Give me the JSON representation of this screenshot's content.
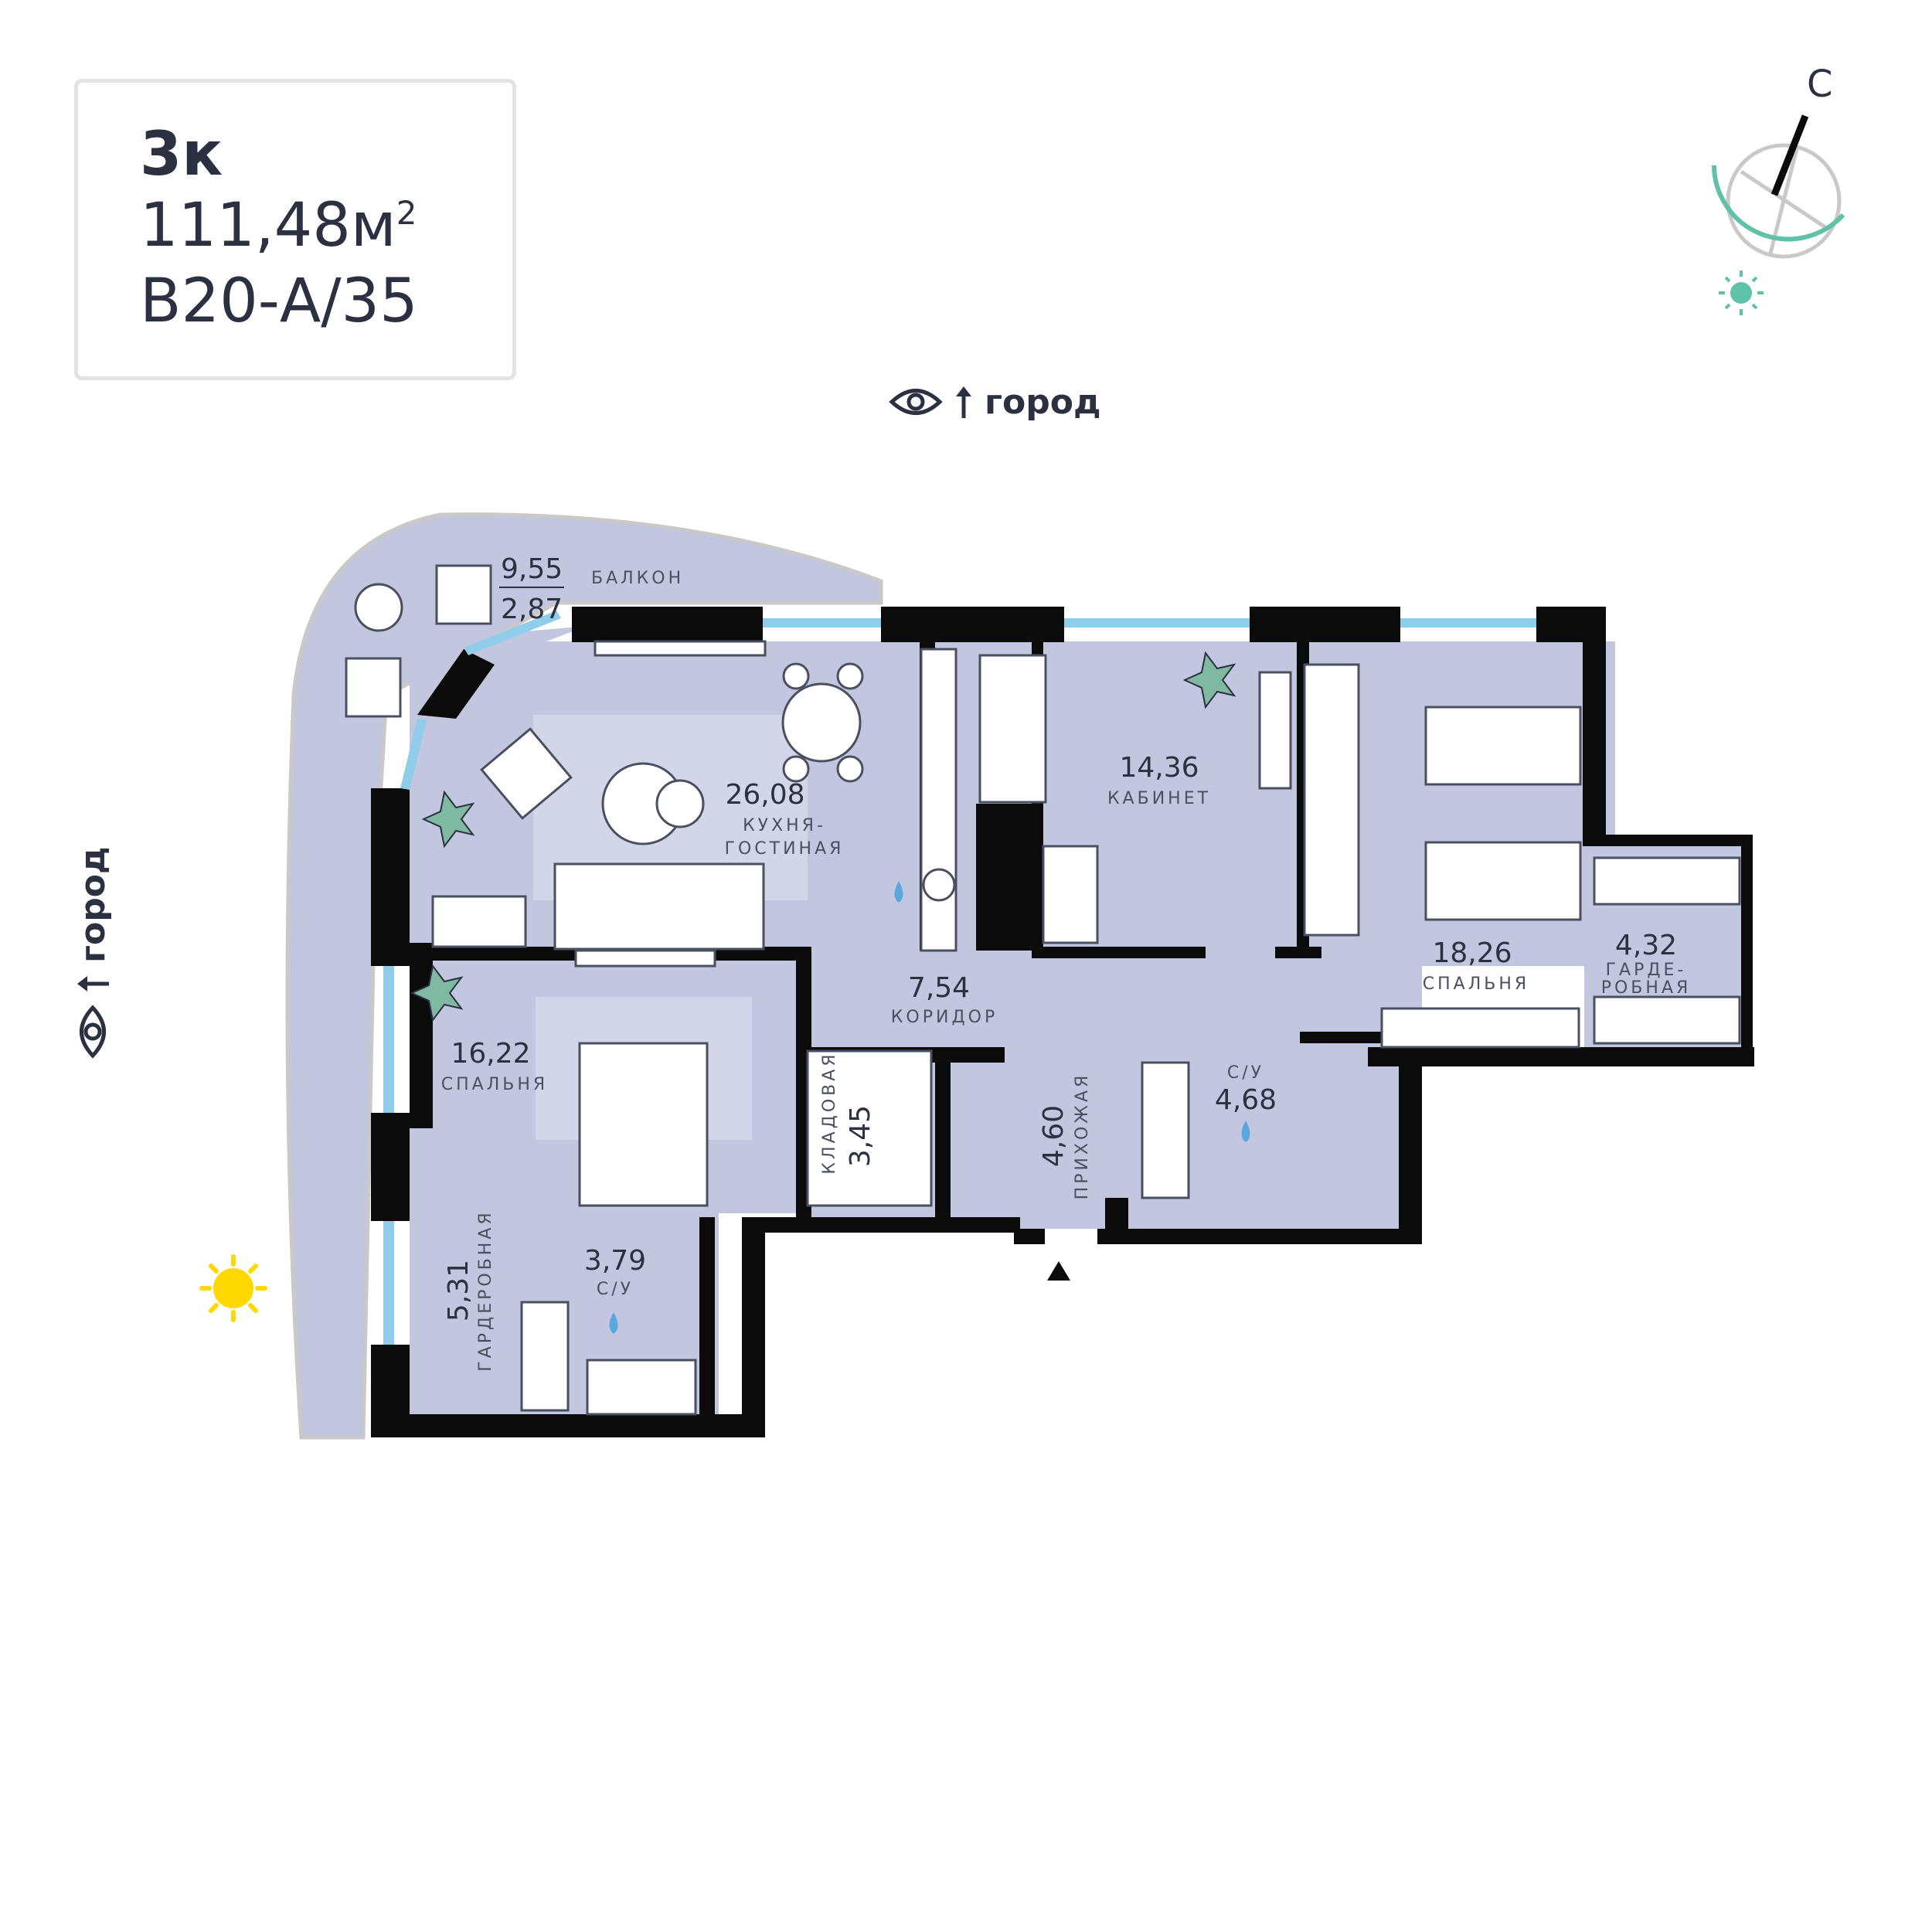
{
  "apartment": {
    "rooms": "3к",
    "area": "111,48м",
    "area_sup": "2",
    "code": "В20-А/35"
  },
  "compass": {
    "north_label": "С"
  },
  "views": {
    "top": "город",
    "left": "город"
  },
  "colors": {
    "floor": "#c2c6de",
    "wall": "#0b0b0b",
    "window": "#8fcdea",
    "accent_green": "#5fc2a8",
    "sun": "#ffd800",
    "text": "#2b3140"
  },
  "rooms": {
    "balcony": {
      "area_total": "9,55",
      "area_reduced": "2,87",
      "name": "БАЛКОН"
    },
    "kitchen": {
      "area": "26,08",
      "name_1": "КУХНЯ-",
      "name_2": "ГОСТИНАЯ"
    },
    "office": {
      "area": "14,36",
      "name": "КАБИНЕТ"
    },
    "bedroom_right": {
      "area": "18,26",
      "name": "СПАЛЬНЯ"
    },
    "wardrobe_right": {
      "area": "4,32",
      "name_1": "ГАРДЕ-",
      "name_2": "РОБНАЯ"
    },
    "corridor": {
      "area": "7,54",
      "name": "КОРИДОР"
    },
    "bedroom_left": {
      "area": "16,22",
      "name": "СПАЛЬНЯ"
    },
    "storage": {
      "area": "3,45",
      "name": "КЛАДОВАЯ"
    },
    "hall": {
      "area": "4,60",
      "name": "ПРИХОЖАЯ"
    },
    "bath_right": {
      "area": "4,68",
      "name": "С/У"
    },
    "wardrobe_left": {
      "area": "5,31",
      "name": "ГАРДЕРОБНАЯ"
    },
    "bath_left": {
      "area": "3,79",
      "name": "С/У"
    }
  }
}
